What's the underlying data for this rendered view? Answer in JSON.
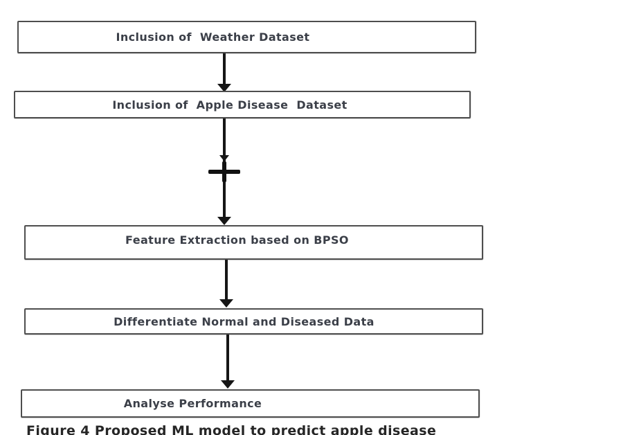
{
  "figure": {
    "type": "flowchart",
    "nodes": [
      {
        "id": "weather-dataset",
        "label": "Inclusion of  Weather Dataset"
      },
      {
        "id": "apple-disease",
        "label": "Inclusion of  Apple Disease  Dataset"
      },
      {
        "id": "feature-extraction",
        "label": "Feature Extraction based on BPSO"
      },
      {
        "id": "differentiate",
        "label": "Differentiate Normal and Diseased Data"
      },
      {
        "id": "analyse",
        "label": "Analyse Performance"
      }
    ],
    "edges": [
      {
        "from": "weather-dataset",
        "to": "apple-disease",
        "style": "arrow"
      },
      {
        "from": "apple-disease",
        "to": "feature-extraction",
        "style": "arrow-with-plus-junction"
      },
      {
        "from": "feature-extraction",
        "to": "differentiate",
        "style": "arrow"
      },
      {
        "from": "differentiate",
        "to": "analyse",
        "style": "arrow"
      }
    ],
    "caption": "Figure 4 Proposed ML model to predict apple disease",
    "colors": {
      "background": "#ffffff",
      "box_border": "#4e4e4e",
      "box_fill": "#ffffff",
      "label_text": "#3b3f48",
      "arrow": "#161616",
      "caption_text": "#262626"
    }
  }
}
